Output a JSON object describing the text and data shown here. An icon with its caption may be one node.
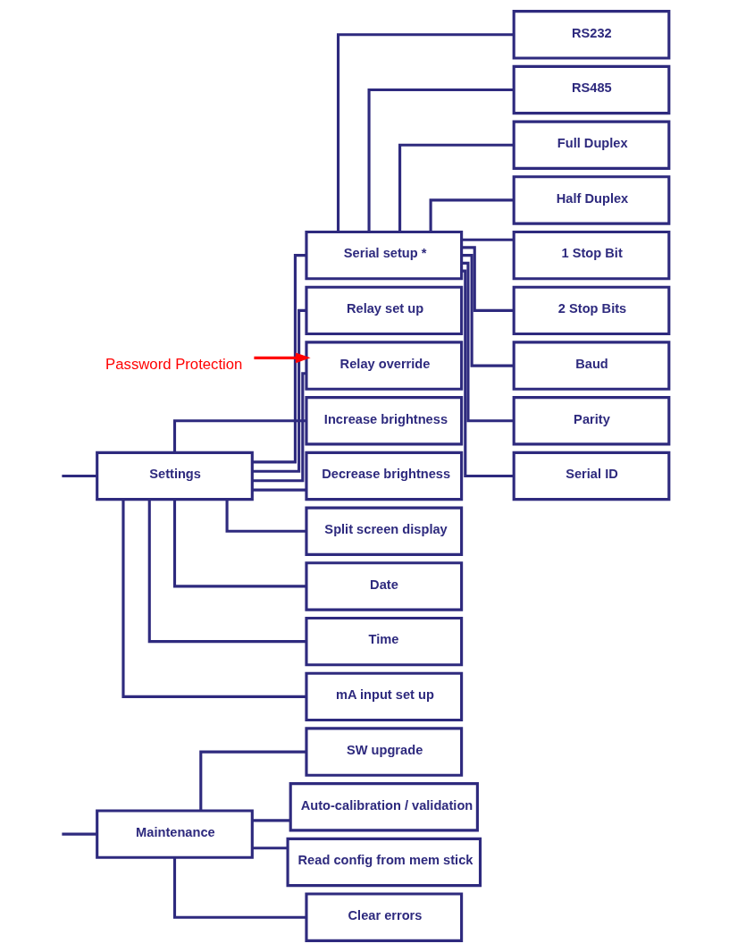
{
  "diagram": {
    "nodes": [
      {
        "text": [
          "Maintenance"
        ]
      },
      {
        "text": [
          "SW upgrade"
        ]
      },
      {
        "text": [
          "Auto-calibration / validation"
        ]
      },
      {
        "text": [
          "Read config from mem stick"
        ]
      },
      {
        "text": [
          "Clear errors"
        ]
      },
      {
        "text": [
          "Settings"
        ]
      },
      {
        "text": [
          "Serial setup *"
        ]
      },
      {
        "text": [
          "Relay set up"
        ]
      },
      {
        "text": [
          "Relay override"
        ]
      },
      {
        "text": [
          "Increase brightness"
        ]
      },
      {
        "text": [
          "Decrease brightness"
        ]
      },
      {
        "text": [
          "Split screen display"
        ]
      },
      {
        "text": [
          "Date"
        ]
      },
      {
        "text": [
          "Time"
        ]
      },
      {
        "text": [
          "mA input set up"
        ]
      },
      {
        "text": [
          "RS232"
        ]
      },
      {
        "text": [
          "RS485"
        ]
      },
      {
        "text": [
          "Full Duplex"
        ]
      },
      {
        "text": [
          "Half Duplex"
        ]
      },
      {
        "text": [
          "1 Stop Bit"
        ]
      },
      {
        "text": [
          "2 Stop Bits"
        ]
      },
      {
        "text": [
          "Baud"
        ]
      },
      {
        "text": [
          "Parity"
        ]
      },
      {
        "text": [
          "Serial ID"
        ]
      },
      {
        "text": [
          "Password Protection"
        ]
      }
    ],
    "edges": [
      {
        "from": null,
        "to": 0,
        "arrow": "none"
      },
      {
        "from": null,
        "to": 5,
        "arrow": "none"
      },
      {
        "from": 0,
        "to": 1,
        "arrow": "none"
      },
      {
        "from": 0,
        "to": 2,
        "arrow": "none"
      },
      {
        "from": 0,
        "to": 3,
        "arrow": "none"
      },
      {
        "from": 0,
        "to": 4,
        "arrow": "none"
      },
      {
        "from": 5,
        "to": 6,
        "arrow": "none"
      },
      {
        "from": 5,
        "to": 7,
        "arrow": "none"
      },
      {
        "from": 5,
        "to": 8,
        "arrow": "none"
      },
      {
        "from": 5,
        "to": 9,
        "arrow": "none"
      },
      {
        "from": 5,
        "to": 10,
        "arrow": "none"
      },
      {
        "from": 5,
        "to": 11,
        "arrow": "none"
      },
      {
        "from": 5,
        "to": 12,
        "arrow": "none"
      },
      {
        "from": 5,
        "to": 13,
        "arrow": "none"
      },
      {
        "from": 5,
        "to": 14,
        "arrow": "none"
      },
      {
        "from": 6,
        "to": 15,
        "arrow": "none"
      },
      {
        "from": 6,
        "to": 16,
        "arrow": "none"
      },
      {
        "from": 6,
        "to": 17,
        "arrow": "none"
      },
      {
        "from": 6,
        "to": 18,
        "arrow": "none"
      },
      {
        "from": 6,
        "to": 19,
        "arrow": "none"
      },
      {
        "from": 6,
        "to": 20,
        "arrow": "none"
      },
      {
        "from": 6,
        "to": 21,
        "arrow": "none"
      },
      {
        "from": 6,
        "to": 22,
        "arrow": "none"
      },
      {
        "from": 6,
        "to": 23,
        "arrow": "none"
      },
      {
        "from": 24,
        "to": 8,
        "arrow": "to",
        "color": "#ff0000"
      }
    ]
  }
}
